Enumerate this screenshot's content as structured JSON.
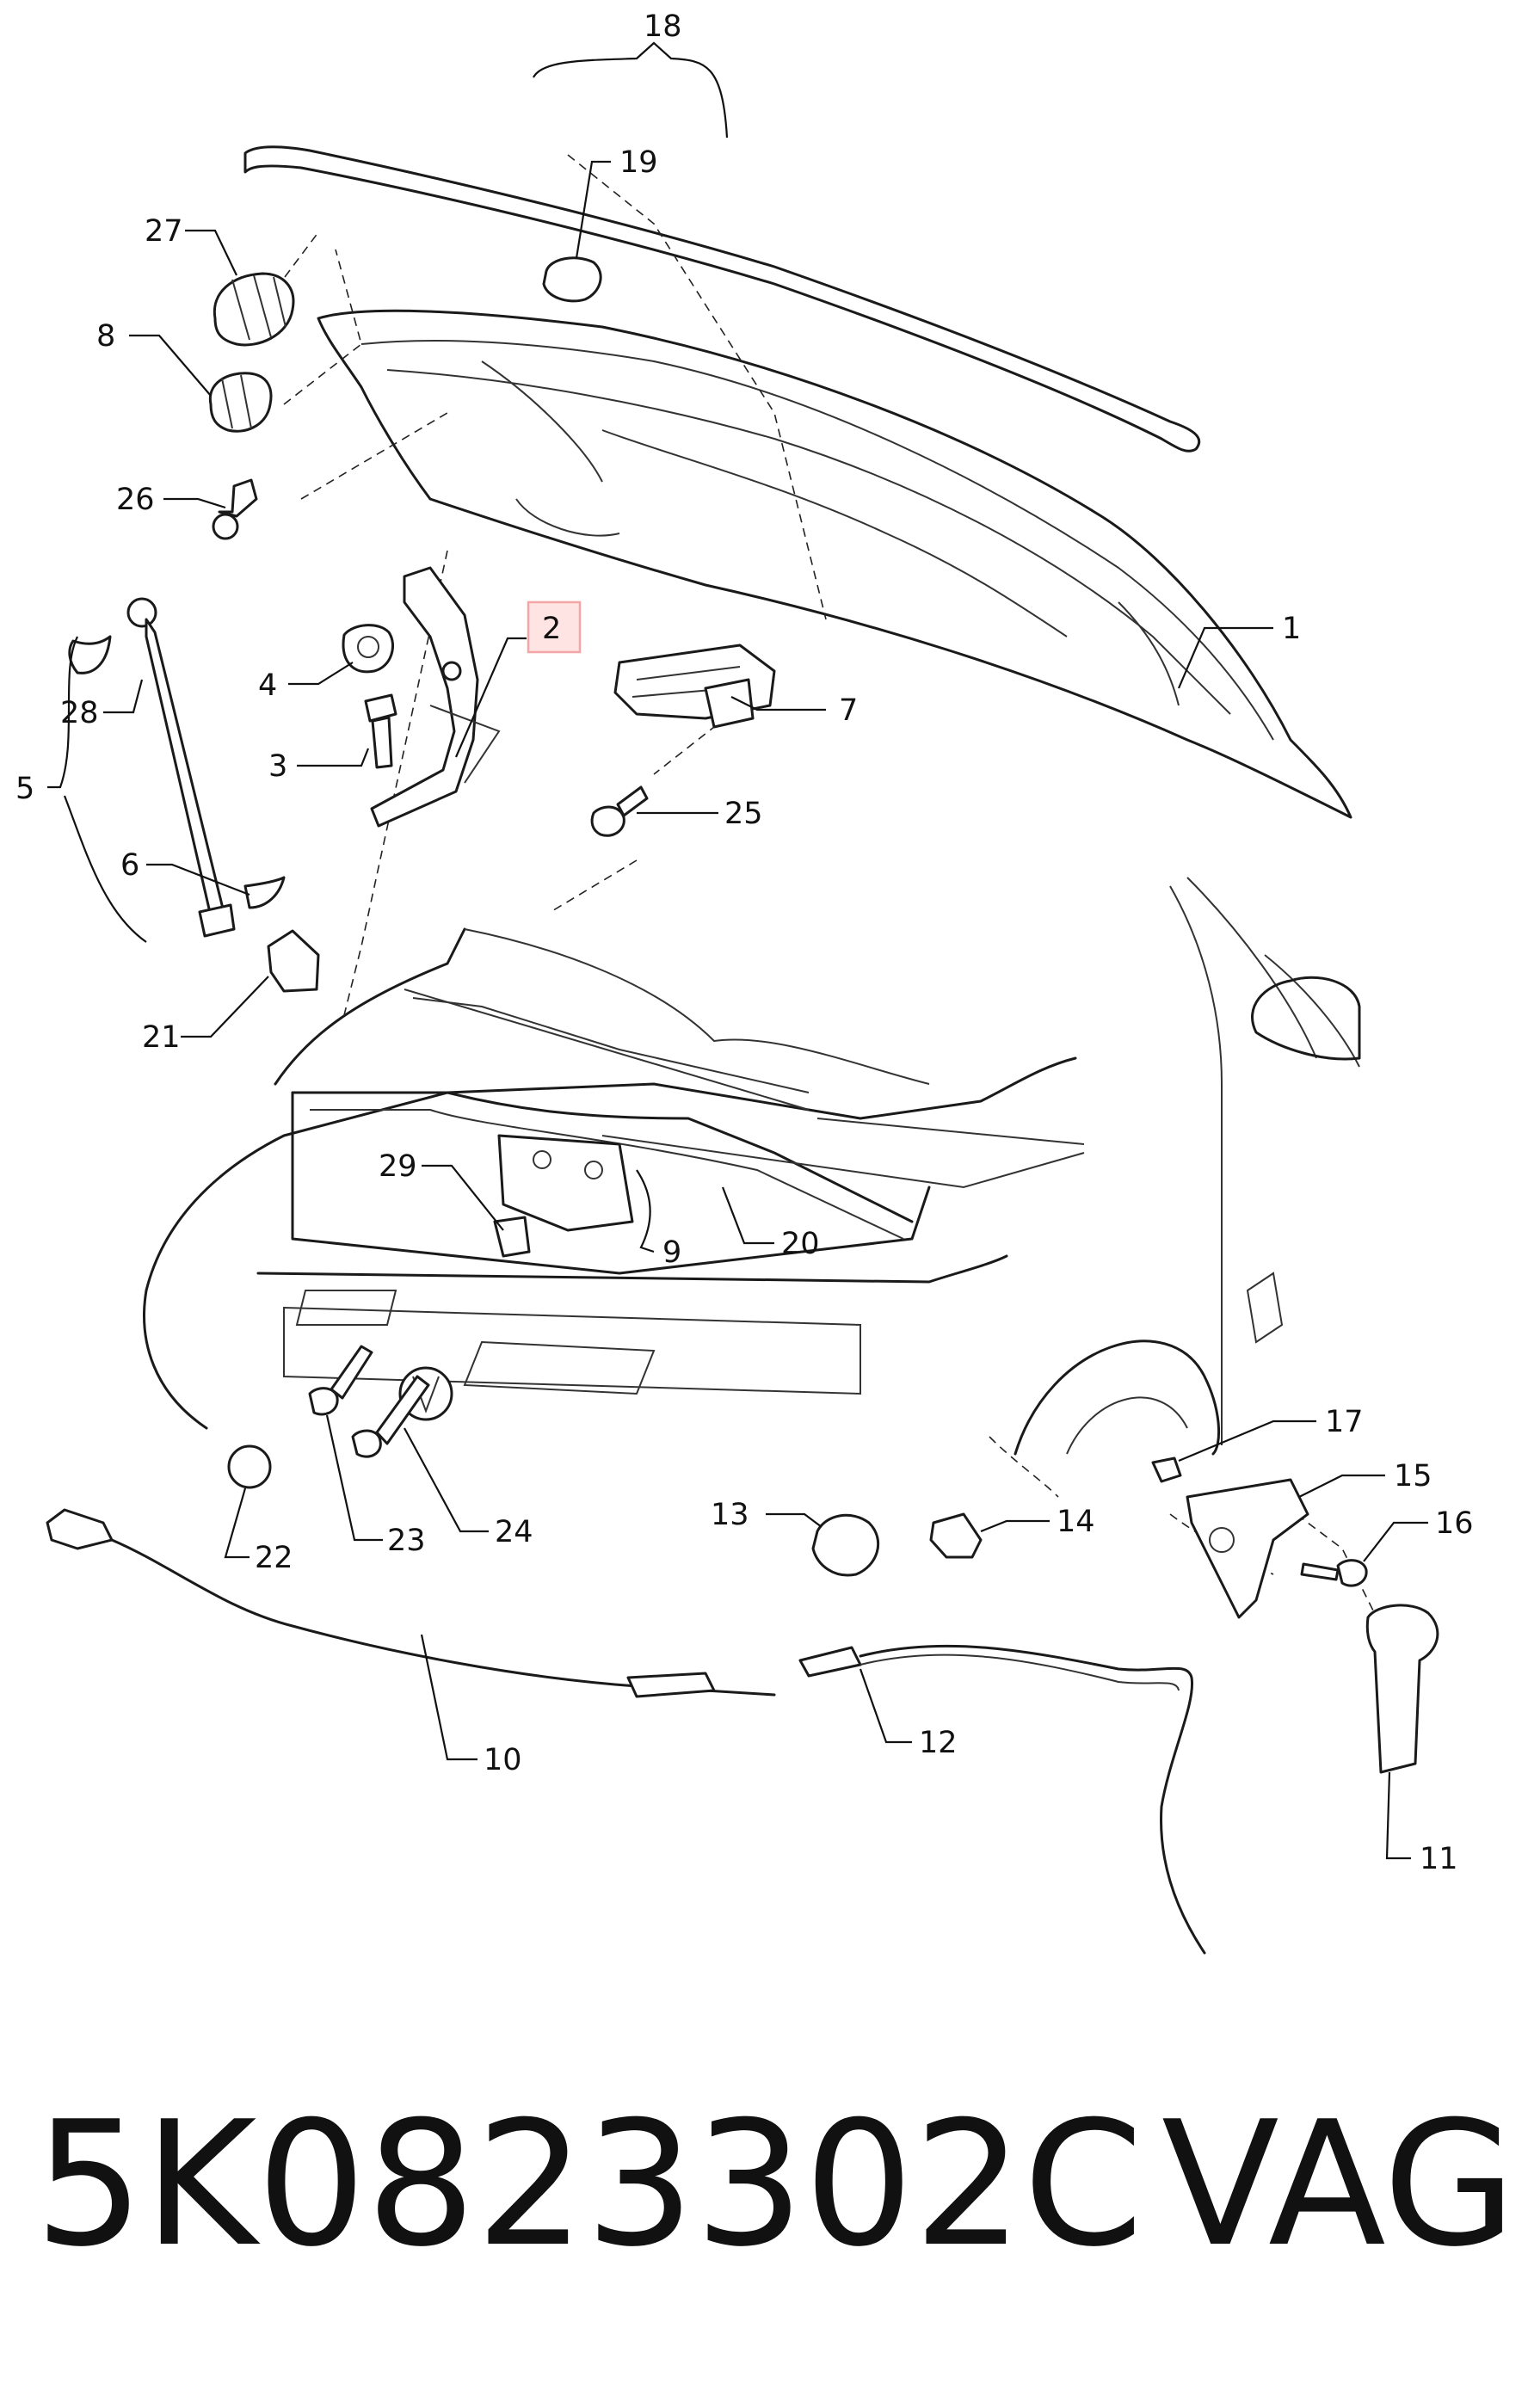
{
  "callouts": [
    {
      "id": "1",
      "text": "1"
    },
    {
      "id": "2",
      "text": "2",
      "highlighted": true
    },
    {
      "id": "3",
      "text": "3"
    },
    {
      "id": "4",
      "text": "4"
    },
    {
      "id": "5",
      "text": "5"
    },
    {
      "id": "6",
      "text": "6"
    },
    {
      "id": "7",
      "text": "7"
    },
    {
      "id": "8",
      "text": "8"
    },
    {
      "id": "9",
      "text": "9"
    },
    {
      "id": "10",
      "text": "10"
    },
    {
      "id": "11",
      "text": "11"
    },
    {
      "id": "12",
      "text": "12"
    },
    {
      "id": "13",
      "text": "13"
    },
    {
      "id": "14",
      "text": "14"
    },
    {
      "id": "15",
      "text": "15"
    },
    {
      "id": "16",
      "text": "16"
    },
    {
      "id": "17",
      "text": "17"
    },
    {
      "id": "18",
      "text": "18"
    },
    {
      "id": "19",
      "text": "19"
    },
    {
      "id": "20",
      "text": "20"
    },
    {
      "id": "21",
      "text": "21"
    },
    {
      "id": "22",
      "text": "22"
    },
    {
      "id": "23",
      "text": "23"
    },
    {
      "id": "24",
      "text": "24"
    },
    {
      "id": "25",
      "text": "25"
    },
    {
      "id": "26",
      "text": "26"
    },
    {
      "id": "27",
      "text": "27"
    },
    {
      "id": "28",
      "text": "28"
    },
    {
      "id": "29",
      "text": "29"
    }
  ],
  "highlight_color": "#f4a6a6",
  "footer": {
    "part_number": "5K0823302C",
    "brand": "VAG"
  }
}
